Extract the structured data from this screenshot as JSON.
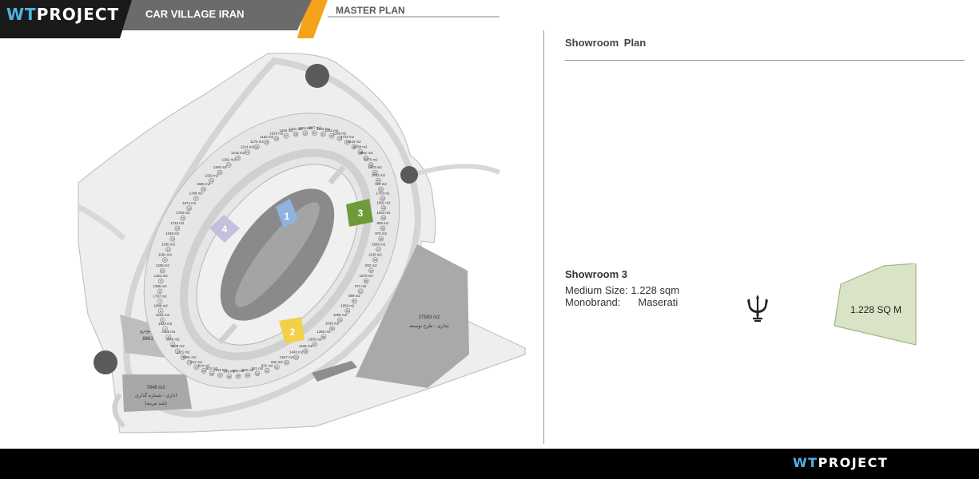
{
  "header": {
    "logo_wt": "WT",
    "logo_project": "PROJECT",
    "project_title": "CAR VILLAGE IRAN",
    "section_title": "MASTER PLAN"
  },
  "colors": {
    "header_dark": "#1a1a1a",
    "header_grey": "#6b6b6b",
    "accent_orange": "#f5a21b",
    "logo_blue": "#4fb3e3",
    "showroom_1": "#8fb3e0",
    "showroom_2": "#f2d04a",
    "showroom_3": "#6f9a3a",
    "showroom_4": "#c6bfdc",
    "lot_green": "#d9e3c6"
  },
  "map": {
    "showrooms": [
      {
        "number": "1",
        "color": "#8fb3e0"
      },
      {
        "number": "2",
        "color": "#f2d04a"
      },
      {
        "number": "3",
        "color": "#6f9a3a"
      },
      {
        "number": "4",
        "color": "#c6bfdc"
      }
    ],
    "areas": {
      "museum_name": "موزه خودرو",
      "museum_area": "8861 m2",
      "office_area": "7848 m2",
      "office_name": "اداری - شماره گذاری",
      "office_note": "(بلند مرتبه)",
      "commercial_area": "27583 m2",
      "commercial_name": "تجاری - طرح توسعه"
    },
    "plots": [
      {
        "num": "1",
        "area": "4538 m2"
      },
      {
        "num": "2",
        "area": "3340 m2"
      },
      {
        "num": "3",
        "area": "2455 m2"
      },
      {
        "num": "4",
        "area": "1823 m2"
      },
      {
        "num": "5",
        "area": "1612 m2"
      },
      {
        "num": "6",
        "area": "1808 m2"
      },
      {
        "num": "7",
        "area": "1787 m2"
      },
      {
        "num": "8",
        "area": "1395 m2"
      },
      {
        "num": "9",
        "area": "1362 m2"
      },
      {
        "num": "10",
        "area": "1269 m2"
      },
      {
        "num": "11",
        "area": "1262 m2"
      },
      {
        "num": "12",
        "area": "1330 m2"
      },
      {
        "num": "13",
        "area": "1348 m2"
      },
      {
        "num": "14",
        "area": "1723 m2"
      },
      {
        "num": "15",
        "area": "1783 m2"
      },
      {
        "num": "16",
        "area": "1674 m2"
      },
      {
        "num": "17",
        "area": "1348 m2"
      },
      {
        "num": "18",
        "area": "1586 m2"
      },
      {
        "num": "19",
        "area": "1329 m2"
      },
      {
        "num": "20",
        "area": "1180 m2"
      },
      {
        "num": "21",
        "area": "1262 m2"
      },
      {
        "num": "22",
        "area": "1215 m2"
      },
      {
        "num": "23",
        "area": "1214 m2"
      },
      {
        "num": "24",
        "area": "1170 m2"
      },
      {
        "num": "25",
        "area": "1182 m2"
      },
      {
        "num": "26",
        "area": "1220 m2"
      },
      {
        "num": "27",
        "area": "1266 m2"
      },
      {
        "num": "28",
        "area": "1231 m2"
      },
      {
        "num": "29",
        "area": "1204 m2"
      },
      {
        "num": "30",
        "area": "1097 m2"
      },
      {
        "num": "31",
        "area": "1103 m2"
      },
      {
        "num": "32",
        "area": "1161 m2"
      },
      {
        "num": "33",
        "area": "1186 m2"
      },
      {
        "num": "34",
        "area": "1723 m2"
      },
      {
        "num": "35",
        "area": "1843 m2"
      },
      {
        "num": "36",
        "area": "1758 m2"
      },
      {
        "num": "37",
        "area": "1681 m2"
      },
      {
        "num": "38",
        "area": "1476 m2"
      },
      {
        "num": "39",
        "area": "1423 m2"
      },
      {
        "num": "40",
        "area": "1042 m2"
      },
      {
        "num": "41",
        "area": "929 m2"
      },
      {
        "num": "42",
        "area": "1733 m2"
      },
      {
        "num": "43",
        "area": "1591 m2"
      },
      {
        "num": "44",
        "area": "1054 m2"
      },
      {
        "num": "45",
        "area": "806 m2"
      },
      {
        "num": "46",
        "area": "875 m2"
      },
      {
        "num": "47",
        "area": "1926 m2"
      },
      {
        "num": "48",
        "area": "1135 m2"
      },
      {
        "num": "49",
        "area": "932 m2"
      },
      {
        "num": "50",
        "area": "1570 m2"
      },
      {
        "num": "51",
        "area": "971 m2"
      },
      {
        "num": "52",
        "area": "899 m2"
      },
      {
        "num": "53",
        "area": "1050 m2"
      },
      {
        "num": "54",
        "area": "1089 m2"
      },
      {
        "num": "55",
        "area": "1033 m2"
      },
      {
        "num": "56",
        "area": "1366 m2"
      },
      {
        "num": "57",
        "area": "1305 m2"
      },
      {
        "num": "58",
        "area": "1428 m2"
      },
      {
        "num": "59",
        "area": "1443 m2"
      },
      {
        "num": "60",
        "area": "1527 m2"
      },
      {
        "num": "61",
        "area": "832 m2"
      },
      {
        "num": "62",
        "area": "831 m2"
      },
      {
        "num": "63",
        "area": "841 m2"
      },
      {
        "num": "64",
        "area": "940 m2"
      },
      {
        "num": "65",
        "area": "960 m2"
      },
      {
        "num": "66",
        "area": "959 m2"
      },
      {
        "num": "67",
        "area": "1123 m2"
      },
      {
        "num": "68",
        "area": "812 m2"
      },
      {
        "num": "69",
        "area": "814 m2"
      },
      {
        "num": "70",
        "area": "912 m2"
      },
      {
        "num": "71",
        "area": "1081 m2"
      },
      {
        "num": "72",
        "area": "1121 m2"
      }
    ]
  },
  "panel": {
    "title": "Showroom  Plan",
    "showroom_title": "Showroom  3",
    "size_line": "Medium Size: 1.228 sqm",
    "brand_label": "Monobrand:",
    "brand_value": "Maserati",
    "brand_icon": "maserati-trident-icon",
    "lot_label": "1.228 SQ M"
  },
  "footer": {
    "logo_wt": "WT",
    "logo_project": "PROJECT"
  }
}
